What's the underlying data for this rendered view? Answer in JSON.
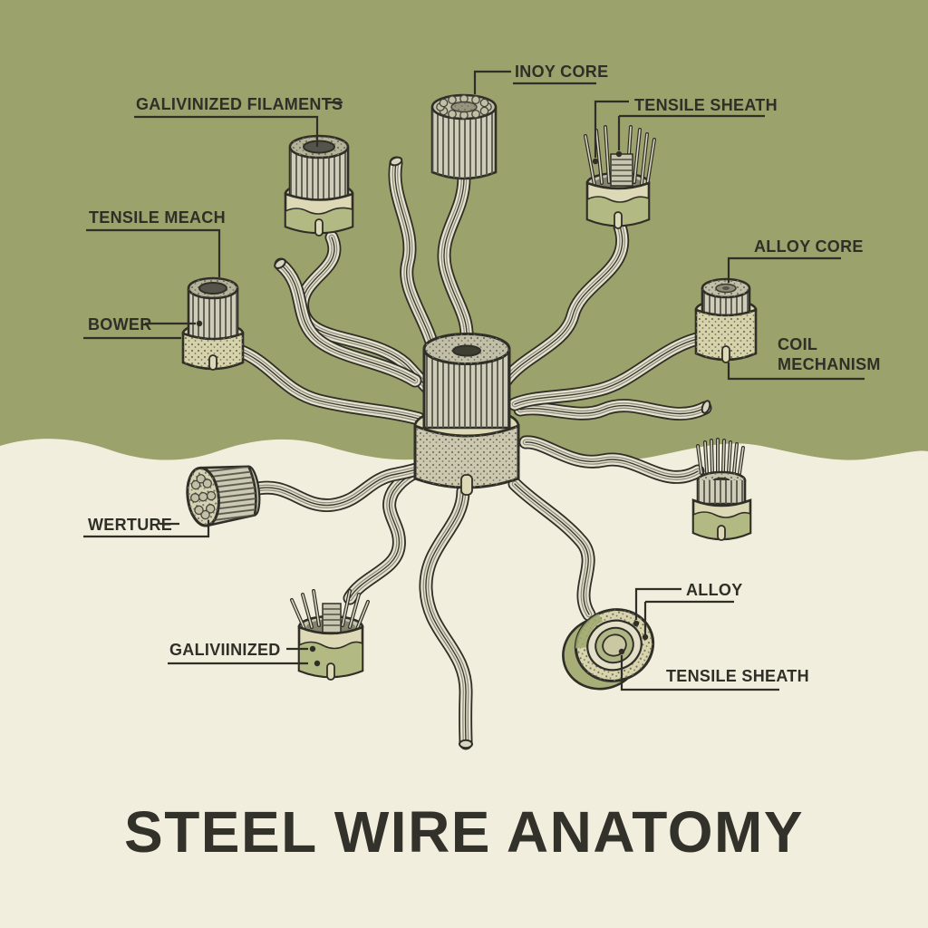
{
  "title": "STEEL WIRE ANATOMY",
  "diagram": {
    "labels": {
      "galivinized_filaments": "GALIVINIZED FILAMENTS",
      "inoy_core": "INOY CORE",
      "tensile_sheath_top": "TENSILE SHEATH",
      "tensile_meach": "TENSILE MEACH",
      "bower": "BOWER",
      "alloy_core": "ALLOY CORE",
      "coil_mechanism_line1": "COIL",
      "coil_mechanism_line2": "MECHANISM",
      "werture": "WERTURE",
      "galiviinized": "GALIVIINIZED",
      "alloy": "ALLOY",
      "tensile_sheath_bottom": "TENSILE SHEATH"
    },
    "colors": {
      "background_top": "#9ca26c",
      "background_bottom": "#f2eedd",
      "ink": "#2f2f27",
      "collar_green": "#b3b983",
      "collar_cream": "#ddd9b6",
      "stipple_sand": "#d6d2a9",
      "wire_fill": "#e6e2cf",
      "title_color": "#33322a"
    }
  }
}
